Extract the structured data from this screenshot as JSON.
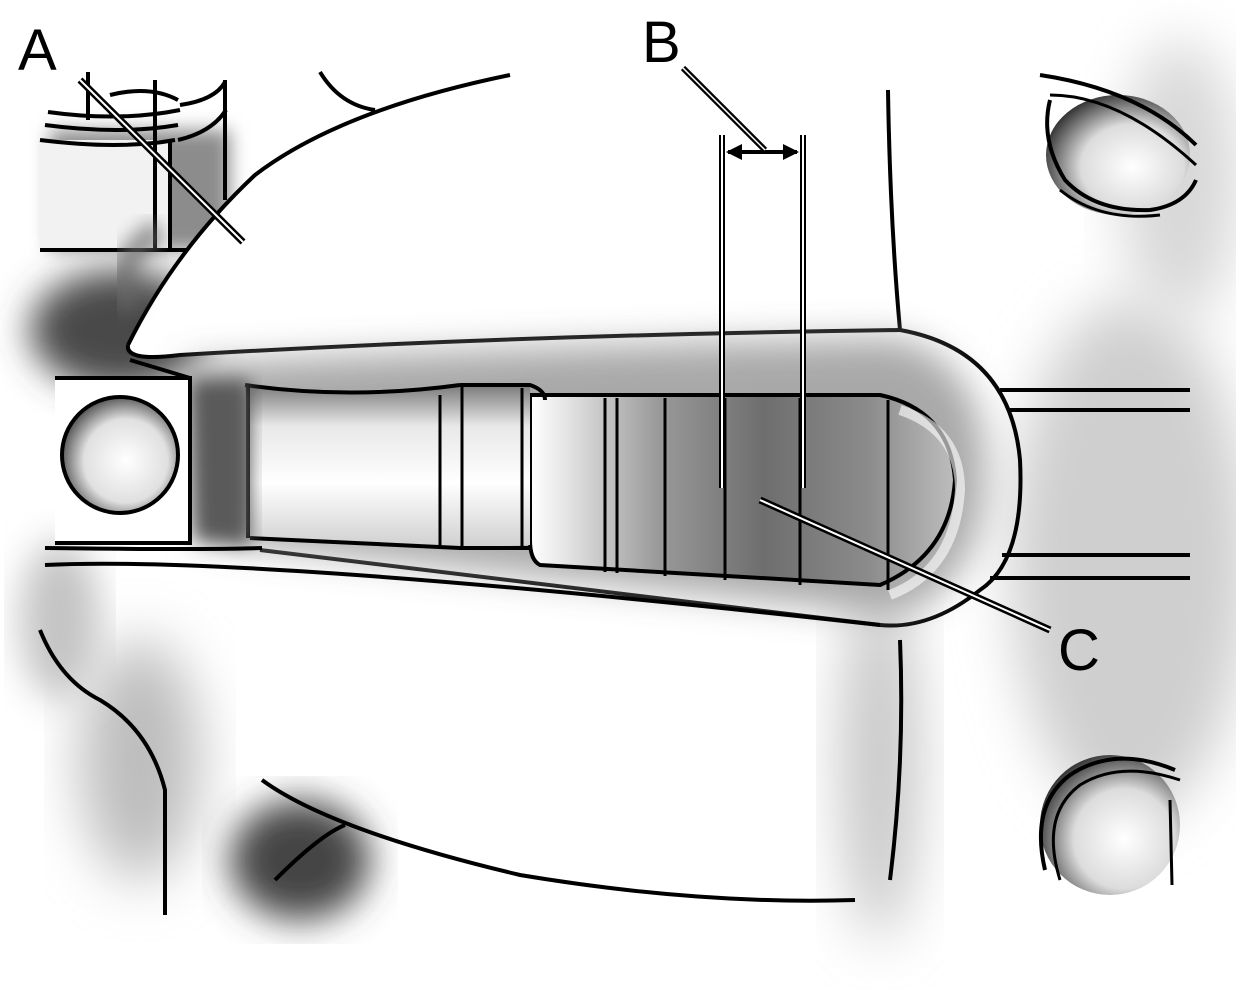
{
  "figure": {
    "labels": {
      "a": "A",
      "b": "B",
      "c": "C"
    }
  },
  "colors": {
    "ink": "#000000",
    "paper": "#ffffff",
    "shade_dark": "#3a3a3a",
    "shade_mid": "#8a8a8a",
    "shade_light": "#d6d6d6"
  }
}
